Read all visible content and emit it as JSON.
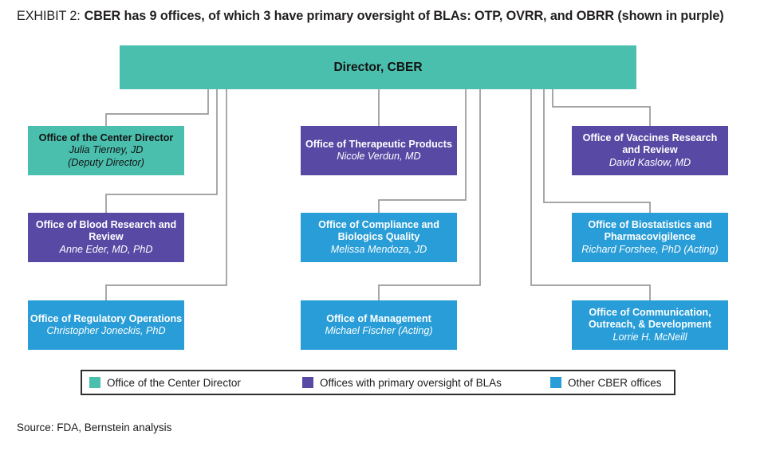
{
  "title": {
    "label": "EXHIBIT 2:",
    "heading": "CBER has 9 offices, of which 3 have primary oversight of BLAs: OTP, OVRR, and OBRR (shown in purple)"
  },
  "org_chart": {
    "root": {
      "name": "Director, CBER",
      "type": "teal"
    },
    "offices": [
      {
        "name": "Office of the Center Director",
        "person": "Julia Tierney, JD",
        "note": "(Deputy Director)",
        "type": "teal"
      },
      {
        "name": "Office of Blood Research and Review",
        "person": "Anne Eder, MD, PhD",
        "type": "purple"
      },
      {
        "name": "Office of Regulatory Operations",
        "person": "Christopher Joneckis, PhD",
        "type": "blue"
      },
      {
        "name": "Office of Therapeutic Products",
        "person": "Nicole Verdun, MD",
        "type": "purple"
      },
      {
        "name": "Office of Compliance and Biologics Quality",
        "person": "Melissa Mendoza, JD",
        "type": "blue"
      },
      {
        "name": "Office of Management",
        "person": "Michael Fischer (Acting)",
        "type": "blue"
      },
      {
        "name": "Office of Vaccines Research and Review",
        "person": "David Kaslow, MD",
        "type": "purple"
      },
      {
        "name": "Office of Biostatistics and Pharmacovigilence",
        "person": "Richard Forshee, PhD (Acting)",
        "type": "blue"
      },
      {
        "name": "Office of Communication, Outreach, & Development",
        "person": "Lorrie H. McNeill",
        "type": "blue"
      }
    ]
  },
  "legend": {
    "items": [
      {
        "label": "Office of the Center Director",
        "type": "teal"
      },
      {
        "label": "Offices with primary oversight of BLAs",
        "type": "purple"
      },
      {
        "label": "Other CBER offices",
        "type": "blue"
      }
    ]
  },
  "source": "Source: FDA, Bernstein analysis",
  "colors": {
    "teal": "#4BBFAE",
    "purple": "#5849A4",
    "blue": "#289DD7"
  }
}
